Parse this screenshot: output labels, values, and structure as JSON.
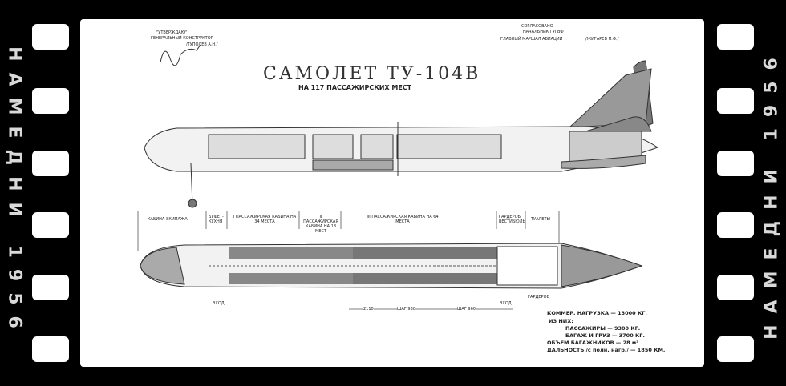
{
  "filmstrip": {
    "side_text": "НАМЕДНИ 1956"
  },
  "approval": {
    "left_heading": "\"УТВЕРЖДАЮ\"",
    "left_role": "ГЕНЕРАЛЬНЫЙ КОНСТРУКТОР",
    "left_name": "/ТУПОЛЕВ А.Н./",
    "right_heading": "СОГЛАСОВАНО",
    "right_role": "НАЧАЛЬНИК ГУГВФ",
    "right_rank": "ГЛАВНЫЙ МАРШАЛ АВИАЦИИ",
    "right_name": "/ЖИГАРЕВ П.Ф./"
  },
  "title": "САМОЛЕТ ТУ-104В",
  "subtitle": "НА 117 ПАССАЖИРСКИХ МЕСТ",
  "sections": [
    "КАБИНА ЭКИПАЖА",
    "БУФЕТ-КУХНЯ",
    "I ПАССАЖИРСКАЯ КАБИНА НА 34 МЕСТА",
    "II ПАССАЖИРСКАЯ КАБИНА НА 18 МЕСТ",
    "III ПАССАЖИРСКАЯ КАБИНА НА 64 МЕСТА",
    "ГАРДЕРОБ ВЕСТИБЮЛЬ",
    "ТУАЛЕТЫ"
  ],
  "plan_labels": {
    "entry_left": "ВХОД",
    "entry_right": "ВХОД",
    "wardrobe": "ГАРДЕРОБ"
  },
  "dimensions": [
    "2110",
    "ШАГ 930",
    "ШАГ 960"
  ],
  "specs": [
    "КОММЕР. НАГРУЗКА — 13000 КГ.",
    "ИЗ НИХ:",
    "ПАССАЖИРЫ — 9300 КГ.",
    "БАГАЖ И ГРУЗ — 3700 КГ.",
    "ОБЪЕМ БАГАЖНИКОВ — 28 м³",
    "ДАЛЬНОСТЬ /с полн. нагр./ — 1850 КМ."
  ]
}
